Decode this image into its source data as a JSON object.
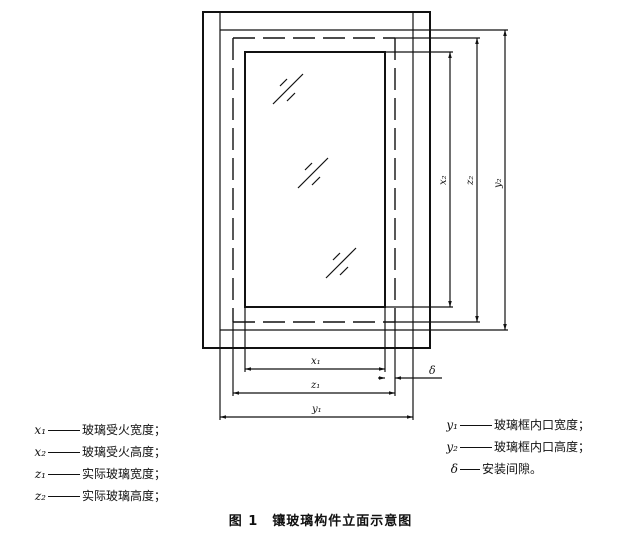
{
  "diagram": {
    "labels": {
      "x1": "x₁",
      "x2": "x₂",
      "z1": "z₁",
      "z2": "z₂",
      "y1": "y₁",
      "y2": "y₂",
      "delta": "δ"
    }
  },
  "legend": {
    "left": [
      {
        "symbol": "x₁",
        "text": "玻璃受火宽度；"
      },
      {
        "symbol": "x₂",
        "text": "玻璃受火高度；"
      },
      {
        "symbol": "z₁",
        "text": "实际玻璃宽度；"
      },
      {
        "symbol": "z₂",
        "text": "实际玻璃高度；"
      }
    ],
    "right": [
      {
        "symbol": "y₁",
        "text": "玻璃框内口宽度；"
      },
      {
        "symbol": "y₂",
        "text": "玻璃框内口高度；"
      },
      {
        "symbol": "δ",
        "text": "安装间隙。"
      }
    ]
  },
  "caption": "图 1　镶玻璃构件立面示意图"
}
